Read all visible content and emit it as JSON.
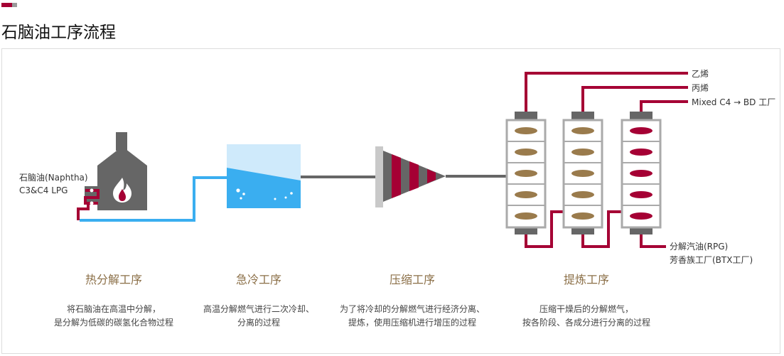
{
  "header": {
    "title": "石脑油工序流程"
  },
  "inputs": {
    "line1": "石脑油(Naphtha)",
    "line2": "C3&C4 LPG"
  },
  "outputs": {
    "top": [
      "乙烯",
      "丙烯",
      "Mixed C4 → BD 工厂"
    ],
    "bottom": [
      "分解汽油(RPG)",
      "芳香族工厂(BTX工厂)"
    ]
  },
  "steps": [
    {
      "title": "热分解工序",
      "desc": [
        "将石脑油在高温中分解，",
        "是分解为低碳的碳氢化合物过程"
      ]
    },
    {
      "title": "急冷工序",
      "desc": [
        "高温分解燃气进行二次冷却、",
        "分离的过程"
      ]
    },
    {
      "title": "压缩工序",
      "desc": [
        "为了将冷却的分解燃气进行经济分离、",
        "提炼，使用压缩机进行增压的过程"
      ]
    },
    {
      "title": "提炼工序",
      "desc": [
        "压缩干燥后的分解燃气，",
        "按各阶段、各成分进行分离的过程"
      ]
    }
  ],
  "colors": {
    "brand": "#a50034",
    "gray": "#666666",
    "blue": "#3aaef0",
    "lightBlue": "#cfeafb",
    "tan": "#9a7b4c"
  }
}
